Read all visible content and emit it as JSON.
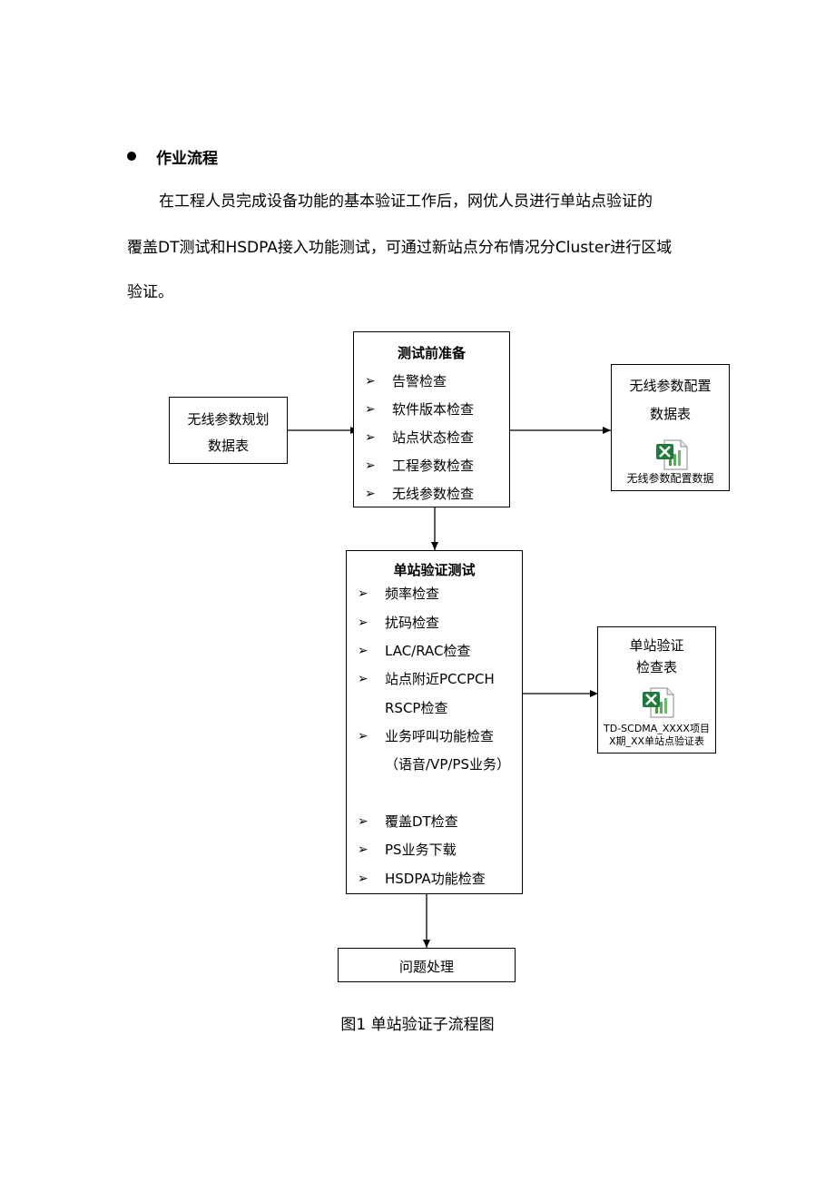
{
  "section": {
    "heading": "作业流程",
    "paragraph_lines": [
      "在工程人员完成设备功能的基本验证工作后，网优人员进行单站点验证的",
      "覆盖DT测试和HSDPA接入功能测试，可通过新站点分布情况分Cluster进行区域",
      "验证。"
    ]
  },
  "flowchart": {
    "input_box": {
      "line1": "无线参数规划",
      "line2": "数据表"
    },
    "prep_box": {
      "title": "测试前准备",
      "items": [
        "告警检查",
        "软件版本检查",
        "站点状态检查",
        "工程参数检查",
        "无线参数检查"
      ]
    },
    "config_box": {
      "line1": "无线参数配置",
      "line2": "数据表",
      "file_label": "无线参数配置数据"
    },
    "test_box": {
      "title": "单站验证测试",
      "items": [
        "频率检查",
        "扰码检查",
        "LAC/RAC检查",
        "站点附近PCCPCH",
        "业务呼叫功能检查",
        "覆盖DT检查",
        "PS业务下载",
        "HSDPA功能检查"
      ],
      "continuations": [
        "RSCP检查",
        "（语音/VP/PS业务）"
      ]
    },
    "check_box": {
      "line1": "单站验证",
      "line2": "检查表",
      "file_line1": "TD-SCDMA_XXXX项目",
      "file_line2": "X期_XX单站点验证表"
    },
    "issue_box": {
      "label": "问题处理"
    },
    "bullet_icon": "arrowhead-bullet-icon",
    "file_icon": "excel-file-icon"
  },
  "caption": "图1 单站验证子流程图"
}
